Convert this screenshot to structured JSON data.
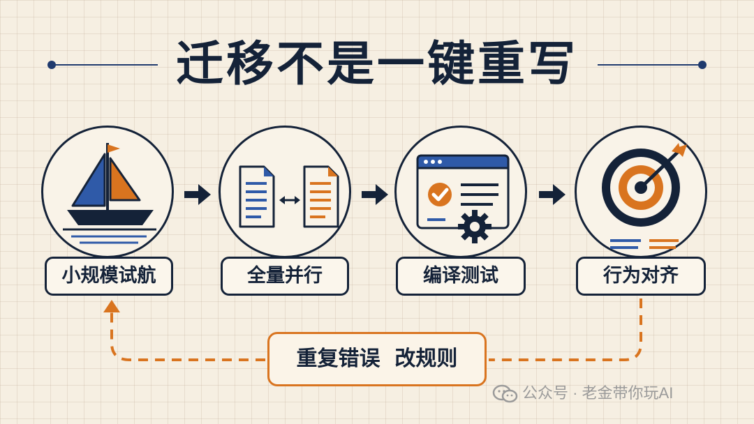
{
  "title": "迁移不是一键重写",
  "steps": [
    {
      "label": "小规模试航",
      "icon": "sailboat-icon"
    },
    {
      "label": "全量并行",
      "icon": "parallel-documents-icon"
    },
    {
      "label": "编译测试",
      "icon": "compile-test-window-icon"
    },
    {
      "label": "行为对齐",
      "icon": "target-arrow-icon"
    }
  ],
  "loop": {
    "label": "重复错误  改规则"
  },
  "watermark": {
    "text": "公众号 · 老金带你玩AI",
    "icon": "wechat-icon"
  },
  "colors": {
    "navy": "#142238",
    "blue": "#2f5aa8",
    "orange": "#d9741f",
    "background": "#f6efe2"
  }
}
